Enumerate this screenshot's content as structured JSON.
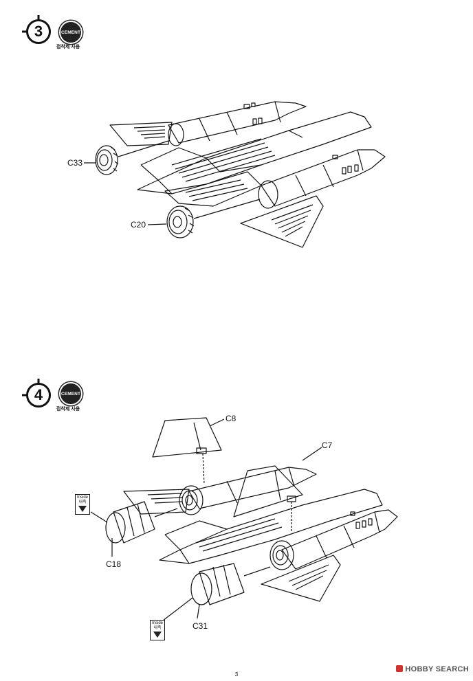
{
  "steps": [
    {
      "number": "3",
      "cement_badge": "CEMENT",
      "cement_note": "접착제 사용",
      "parts": [
        {
          "id": "C33"
        },
        {
          "id": "C20"
        }
      ]
    },
    {
      "number": "4",
      "cement_badge": "CEMENT",
      "cement_note": "접착제 사용",
      "parts": [
        {
          "id": "C8"
        },
        {
          "id": "C7"
        },
        {
          "id": "C18"
        },
        {
          "id": "C31"
        }
      ],
      "inside_markers": [
        {
          "line1": "Inside",
          "line2": "내측"
        },
        {
          "line1": "Inside",
          "line2": "내측"
        }
      ]
    }
  ],
  "page_number": "3",
  "watermark": "HOBBY SEARCH"
}
